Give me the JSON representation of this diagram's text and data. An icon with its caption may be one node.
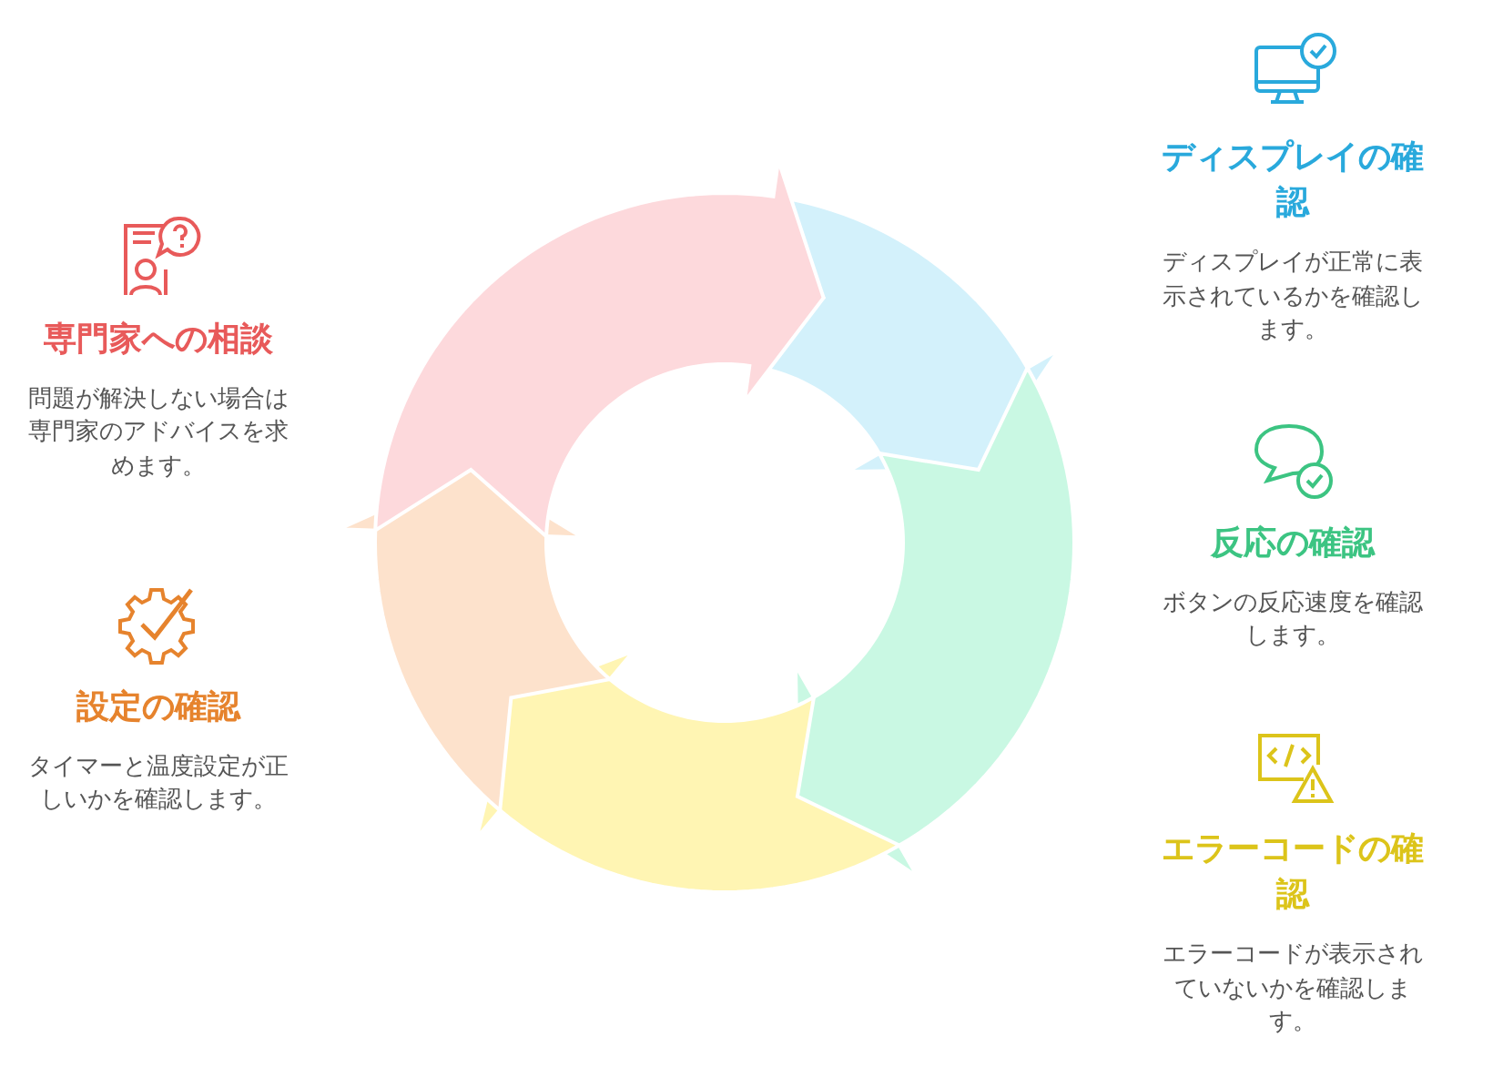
{
  "diagram": {
    "nodes": [
      {
        "text": [
          "ディスプレイの確認",
          "ディスプレイが正常に表示されているかを確認します。"
        ]
      },
      {
        "text": [
          "反応の確認",
          "ボタンの反応速度を確認します。"
        ]
      },
      {
        "text": [
          "エラーコードの確認",
          "エラーコードが表示されていないかを確認します。"
        ]
      },
      {
        "text": [
          "設定の確認",
          "タイマーと温度設定が正しいかを確認します。"
        ]
      },
      {
        "text": [
          "専門家への相談",
          "問題が解決しない場合は専門家のアドバイスを求めます。"
        ]
      }
    ]
  }
}
